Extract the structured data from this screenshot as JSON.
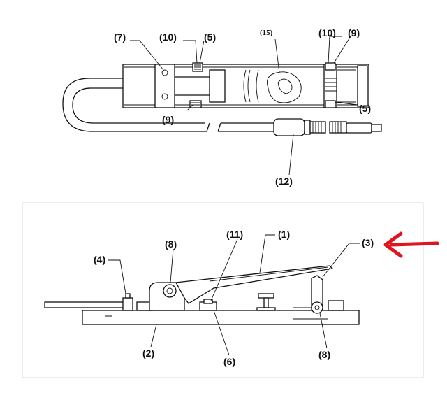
{
  "top_figure": {
    "labels": {
      "l7": "(7)",
      "l10a": "(10)",
      "l5a": "(5)",
      "l15": "(15)",
      "l10b": "(10)",
      "l9a": "(9)",
      "l9b": "(9)",
      "l5b": "(5)",
      "l12": "(12)"
    }
  },
  "bottom_figure": {
    "labels": {
      "l8a": "(8)",
      "l11": "(11)",
      "l1": "(1)",
      "l3": "(3)",
      "l4": "(4)",
      "l2": "(2)",
      "l6": "(6)",
      "l8b": "(8)"
    },
    "arrow_color": "#e0141e"
  }
}
